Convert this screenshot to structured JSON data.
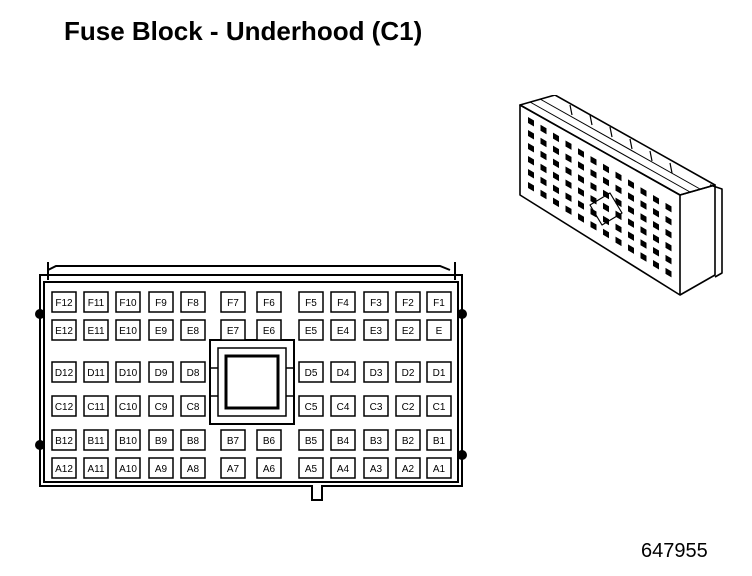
{
  "title": "Fuse Block - Underhood (C1)",
  "figure_id": "647955",
  "colors": {
    "ink": "#000000",
    "paper": "#ffffff"
  },
  "connector_face": {
    "rows": [
      {
        "row": "F",
        "cavities": [
          "F12",
          "F11",
          "F10",
          "F9",
          "F8",
          "F7",
          "F6",
          "F5",
          "F4",
          "F3",
          "F2",
          "F1"
        ]
      },
      {
        "row": "E",
        "cavities": [
          "E12",
          "E11",
          "E10",
          "E9",
          "E8",
          "E7",
          "E6",
          "E5",
          "E4",
          "E3",
          "E2",
          "E"
        ]
      },
      {
        "row": "D",
        "cavities": [
          "D12",
          "D11",
          "D10",
          "D9",
          "D8",
          "",
          "",
          "D5",
          "D4",
          "D3",
          "D2",
          "D1"
        ]
      },
      {
        "row": "C",
        "cavities": [
          "C12",
          "C11",
          "C10",
          "C9",
          "C8",
          "",
          "",
          "C5",
          "C4",
          "C3",
          "C2",
          "C1"
        ]
      },
      {
        "row": "B",
        "cavities": [
          "B12",
          "B11",
          "B10",
          "B9",
          "B8",
          "B7",
          "B6",
          "B5",
          "B4",
          "B3",
          "B2",
          "B1"
        ]
      },
      {
        "row": "A",
        "cavities": [
          "A12",
          "A11",
          "A10",
          "A9",
          "A8",
          "A7",
          "A6",
          "A5",
          "A4",
          "A3",
          "A2",
          "A1"
        ]
      }
    ],
    "center_module_icon": "square-relay-socket-icon"
  },
  "connector_3d_icon": "connector-isometric-icon"
}
